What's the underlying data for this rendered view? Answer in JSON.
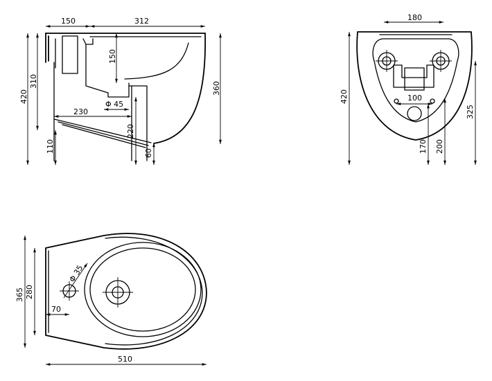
{
  "side_view": {
    "width_rear": "150",
    "width_bowl": "312",
    "height_total": "420",
    "height_fixing": "310",
    "height_outlet": "150",
    "height_side": "360",
    "waste_diameter": "Φ 45",
    "waste_distance": "230",
    "height_waste": "220",
    "height_floor": "110",
    "offset_bottom": "60"
  },
  "rear_view": {
    "fixing_spacing": "180",
    "height_total": "420",
    "hole_spacing": "100",
    "height_fixing": "325",
    "height_hole": "170",
    "height_waste": "200"
  },
  "top_view": {
    "tap_hole_diameter": "Φ 35",
    "width_total": "365",
    "width_inner": "280",
    "tap_offset": "70",
    "length_total": "510"
  }
}
